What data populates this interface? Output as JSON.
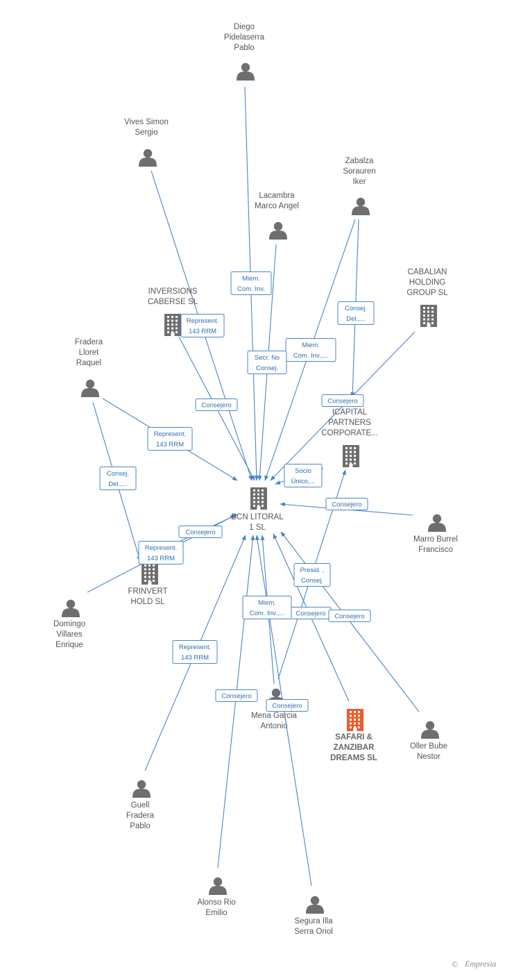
{
  "colors": {
    "edge": "#4a86c8",
    "edge_label_text": "#2f6db5",
    "node_icon": "#6e6e6e",
    "highlight_icon": "#f05a2a",
    "label_text": "#555555"
  },
  "nodes": [
    {
      "id": "bcn",
      "type": "company",
      "label": [
        "BCN LITORAL",
        "1 SL"
      ]
    },
    {
      "id": "diego",
      "type": "person",
      "label": [
        "Diego",
        "Pidelaserra",
        "Pablo"
      ]
    },
    {
      "id": "vives",
      "type": "person",
      "label": [
        "Vives Simon",
        "Sergio"
      ]
    },
    {
      "id": "zabalza",
      "type": "person",
      "label": [
        "Zabalza",
        "Sorauren",
        "Iker"
      ]
    },
    {
      "id": "lacambra",
      "type": "person",
      "label": [
        "Lacambra",
        "Marco Angel"
      ]
    },
    {
      "id": "inversions",
      "type": "company",
      "label": [
        "INVERSIONS",
        "CABERSE SL"
      ]
    },
    {
      "id": "cabalian",
      "type": "company",
      "label": [
        "CABALIAN",
        "HOLDING",
        "GROUP SL"
      ]
    },
    {
      "id": "fradera",
      "type": "person",
      "label": [
        "Fradera",
        "Lloret",
        "Raquel"
      ]
    },
    {
      "id": "icapital",
      "type": "company",
      "label": [
        "ICAPITAL",
        "PARTNERS",
        "CORPORATE..."
      ]
    },
    {
      "id": "marro",
      "type": "person",
      "label": [
        "Marro Burrel",
        "Francisco"
      ]
    },
    {
      "id": "frinvert",
      "type": "company",
      "label": [
        "FRINVERT",
        "HOLD SL"
      ]
    },
    {
      "id": "domingo",
      "type": "person",
      "label": [
        "Domingo",
        "Villares",
        "Enrique"
      ]
    },
    {
      "id": "mena",
      "type": "person",
      "label": [
        "Mena Garcia",
        "Antonio"
      ]
    },
    {
      "id": "safari",
      "type": "company",
      "highlight": true,
      "label": [
        "SAFARI &",
        "ZANZIBAR",
        "DREAMS SL"
      ]
    },
    {
      "id": "oller",
      "type": "person",
      "label": [
        "Oller Bube",
        "Nestor"
      ]
    },
    {
      "id": "guell",
      "type": "person",
      "label": [
        "Guell",
        "Fradera",
        "Pablo"
      ]
    },
    {
      "id": "alonso",
      "type": "person",
      "label": [
        "Alonso Rio",
        "Emilio"
      ]
    },
    {
      "id": "segura",
      "type": "person",
      "label": [
        "Segura Illa",
        "Serra Oriol"
      ]
    }
  ],
  "edges": [
    {
      "from": "diego",
      "to": "bcn",
      "label": [
        "Miem.",
        "Com. Inv."
      ]
    },
    {
      "from": "vives",
      "to": "bcn",
      "label": [
        "Consejero"
      ]
    },
    {
      "from": "zabalza",
      "to": "bcn",
      "label": [
        "Miem.",
        "Com. Inv.,..."
      ]
    },
    {
      "from": "zabalza",
      "to": "icapital",
      "label": [
        "Consej.",
        "Del.,..."
      ]
    },
    {
      "from": "lacambra",
      "to": "bcn",
      "label": [
        "Secr.  No",
        "Consej."
      ]
    },
    {
      "from": "inversions",
      "to": "bcn",
      "label": [
        "Represent.",
        "143 RRM"
      ]
    },
    {
      "from": "cabalian",
      "to": "bcn",
      "label": [
        "Consejero"
      ]
    },
    {
      "from": "fradera",
      "to": "bcn",
      "label": [
        "Represent.",
        "143 RRM"
      ]
    },
    {
      "from": "fradera",
      "to": "frinvert",
      "label": [
        "Consej.",
        "Del.,..."
      ]
    },
    {
      "from": "icapital",
      "to": "bcn",
      "label": [
        "Socio",
        "Único,..."
      ]
    },
    {
      "from": "marro",
      "to": "bcn",
      "label": [
        "Consejero"
      ]
    },
    {
      "from": "frinvert",
      "to": "bcn",
      "label": [
        "Consejero"
      ]
    },
    {
      "from": "domingo",
      "to": "bcn",
      "label": [
        "Represent.",
        "143 RRM"
      ]
    },
    {
      "from": "mena",
      "to": "icapital",
      "label": [
        "Presid. ,",
        "Consej."
      ]
    },
    {
      "from": "mena",
      "to": "bcn",
      "label": [
        "Consejero"
      ]
    },
    {
      "from": "safari",
      "to": "bcn",
      "label": [
        "Consejero"
      ]
    },
    {
      "from": "oller",
      "to": "bcn",
      "label": [
        "Consejero"
      ]
    },
    {
      "from": "guell",
      "to": "bcn",
      "label": [
        "Represent.",
        "143 RRM"
      ]
    },
    {
      "from": "alonso",
      "to": "bcn",
      "label": [
        "Consejero"
      ]
    },
    {
      "from": "segura",
      "to": "bcn",
      "label": [
        "Miem.",
        "Com. Inv.,..."
      ]
    }
  ],
  "footer": {
    "copyright": "©",
    "brand": "Empresia"
  }
}
